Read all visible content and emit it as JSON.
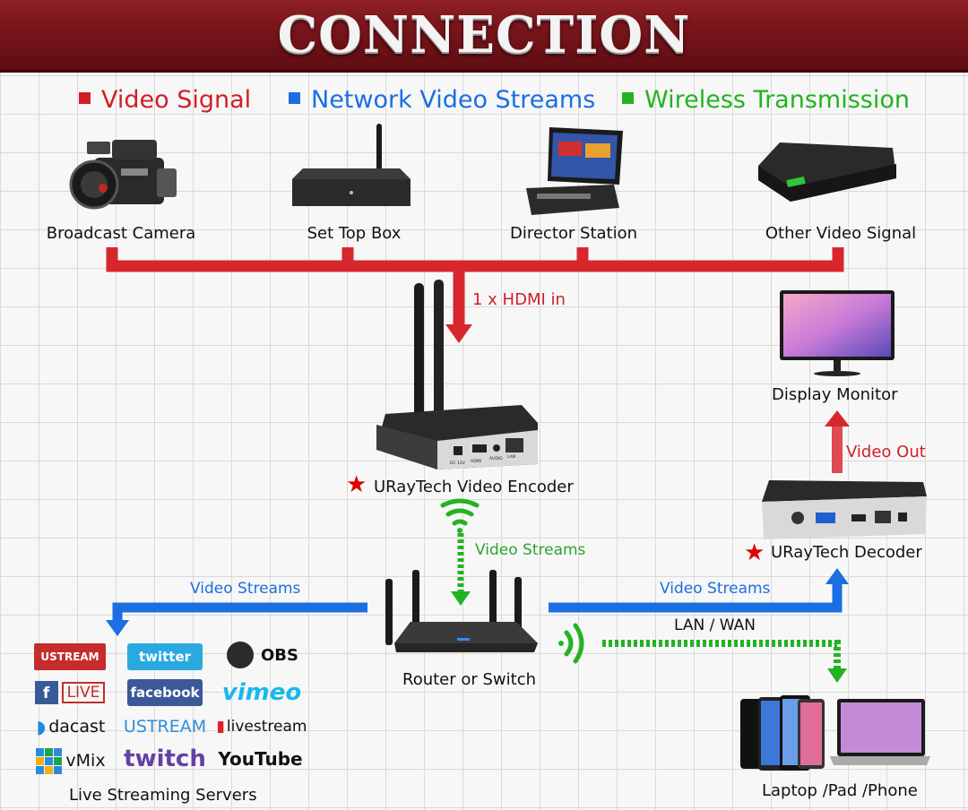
{
  "header": {
    "title": "CONNECTION"
  },
  "legend": [
    {
      "label": "Video Signal",
      "color": "#d01f27"
    },
    {
      "label": "Network Video Streams",
      "color": "#1b6fe0"
    },
    {
      "label": "Wireless Transmission",
      "color": "#22b322"
    }
  ],
  "sources": [
    {
      "label": "Broadcast Camera",
      "icon": "camcorder-icon"
    },
    {
      "label": "Set Top Box",
      "icon": "set-top-box-icon"
    },
    {
      "label": "Director Station",
      "icon": "director-station-icon"
    },
    {
      "label": "Other Video Signal",
      "icon": "media-box-icon"
    }
  ],
  "encoder": {
    "input_label": "1 x HDMI in",
    "label": "URayTech Video Encoder",
    "port_labels": [
      "DC 12V",
      "HDMI",
      "AUDIO",
      "LAN"
    ]
  },
  "wireless_link": {
    "label": "Video Streams"
  },
  "router": {
    "label": "Router or Switch"
  },
  "left_stream": {
    "label": "Video Streams"
  },
  "right_stream": {
    "label": "Video Streams"
  },
  "lan_wan": {
    "label": "LAN / WAN"
  },
  "decoder": {
    "label": "URayTech Decoder"
  },
  "video_out": {
    "label": "Video Out"
  },
  "monitor": {
    "label": "Display Monitor"
  },
  "devices": {
    "label": "Laptop /Pad /Phone"
  },
  "servers": {
    "label": "Live Streaming Servers",
    "logos": [
      "USTREAM",
      "twitter",
      "OBS",
      "LIVE",
      "facebook",
      "vimeo",
      "dacast",
      "USTREAM",
      "livestream",
      "vMix",
      "twitch",
      "YouTube"
    ]
  },
  "colors": {
    "red": "#d01f27",
    "blue": "#1b6fe0",
    "green": "#22b322",
    "banner": "#7a151c"
  }
}
